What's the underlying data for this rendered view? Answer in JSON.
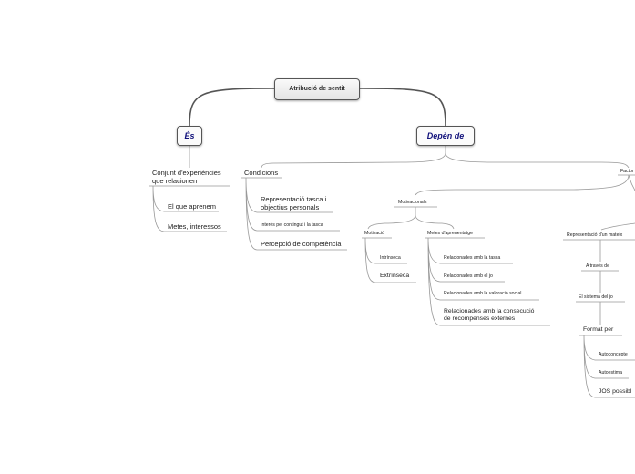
{
  "root": "Atribució de sentit",
  "branches": {
    "es": "És",
    "depen": "Depèn de"
  },
  "es_children": {
    "conjunt_l1": "Conjunt d'experiències",
    "conjunt_l2": "que relacionen",
    "que_aprenem": "El que aprenem",
    "metes": "Metes, interessos"
  },
  "condicions": {
    "label": "Condicions",
    "rep_l1": "Representació tasca i",
    "rep_l2": "objectius personals",
    "interes": "Interès pel contingut i la tasca",
    "percepcio": "Percepció de competència"
  },
  "factors": {
    "label": "Factor"
  },
  "motivacionals": {
    "label": "Motivacionals",
    "motivacio": "Motivació",
    "intrinseca": "Intrínseca",
    "extrinseca": "Extrínseca",
    "metes": "Metes d'aprenentatge",
    "rel_tasca": "Relacionades amb la tasca",
    "rel_jo": "Relacionades amb el jo",
    "rel_valoracio": "Relacionades amb la valoració social",
    "rel_cons_l1": "Relacionades amb la consecució",
    "rel_cons_l2": "de recompenses externes"
  },
  "representacio": {
    "label": "Representació d'un mateix",
    "a_traves": "A través de",
    "sistema": "El sistema del jo",
    "format": "Format per",
    "autoconcepte": "Autoconcepte",
    "autoestima": "Autoestima",
    "jos": "JOS possibl"
  },
  "colors": {
    "line": "#777777",
    "root_line": "#555555",
    "branch_text": "#10107a"
  }
}
